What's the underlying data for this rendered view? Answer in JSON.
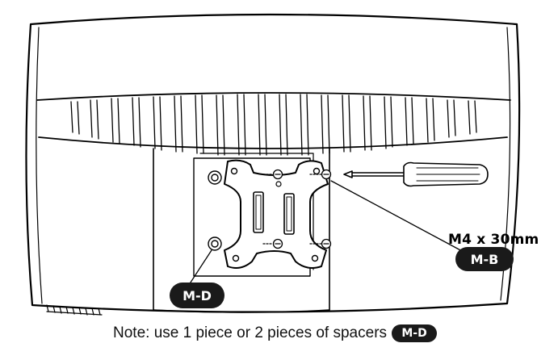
{
  "labels": {
    "screw_spec": "M4 x 30mm",
    "screw_part": "M-B",
    "spacer_part": "M-D"
  },
  "note": {
    "text": "Note: use 1 piece or 2 pieces of spacers",
    "part": "M-D"
  }
}
